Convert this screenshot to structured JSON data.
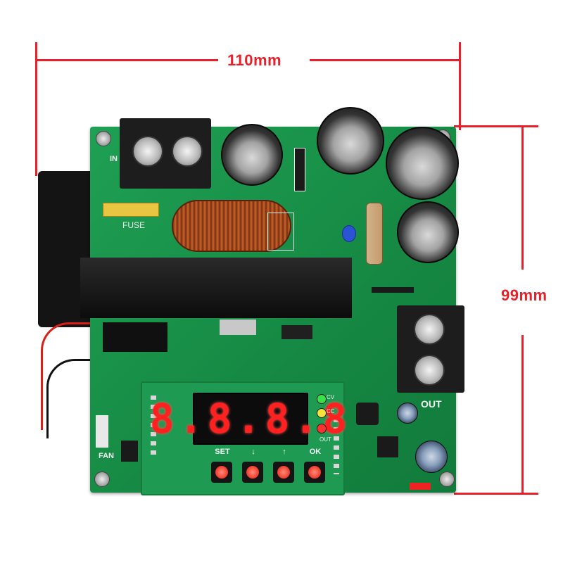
{
  "dimensions": {
    "width_label": "110mm",
    "height_label": "99mm",
    "line_color": "#e8202a"
  },
  "silkscreen": {
    "input_label": "IN",
    "fuse_label": "FUSE",
    "fan_label": "FAN",
    "out_label": "OUT",
    "cv_label": "CV",
    "cc_label": "CC",
    "out_led_label": "OUT"
  },
  "display": {
    "digits": "8.8.8.8"
  },
  "buttons": [
    {
      "label": "SET"
    },
    {
      "label": "↓"
    },
    {
      "label": "↑"
    },
    {
      "label": "OK"
    }
  ],
  "colors": {
    "pcb": "#168a44",
    "led_cv": "#38e04a",
    "led_cc": "#f2e43a",
    "led_out": "#ff3030",
    "button_cap": "#ef3a2a"
  }
}
